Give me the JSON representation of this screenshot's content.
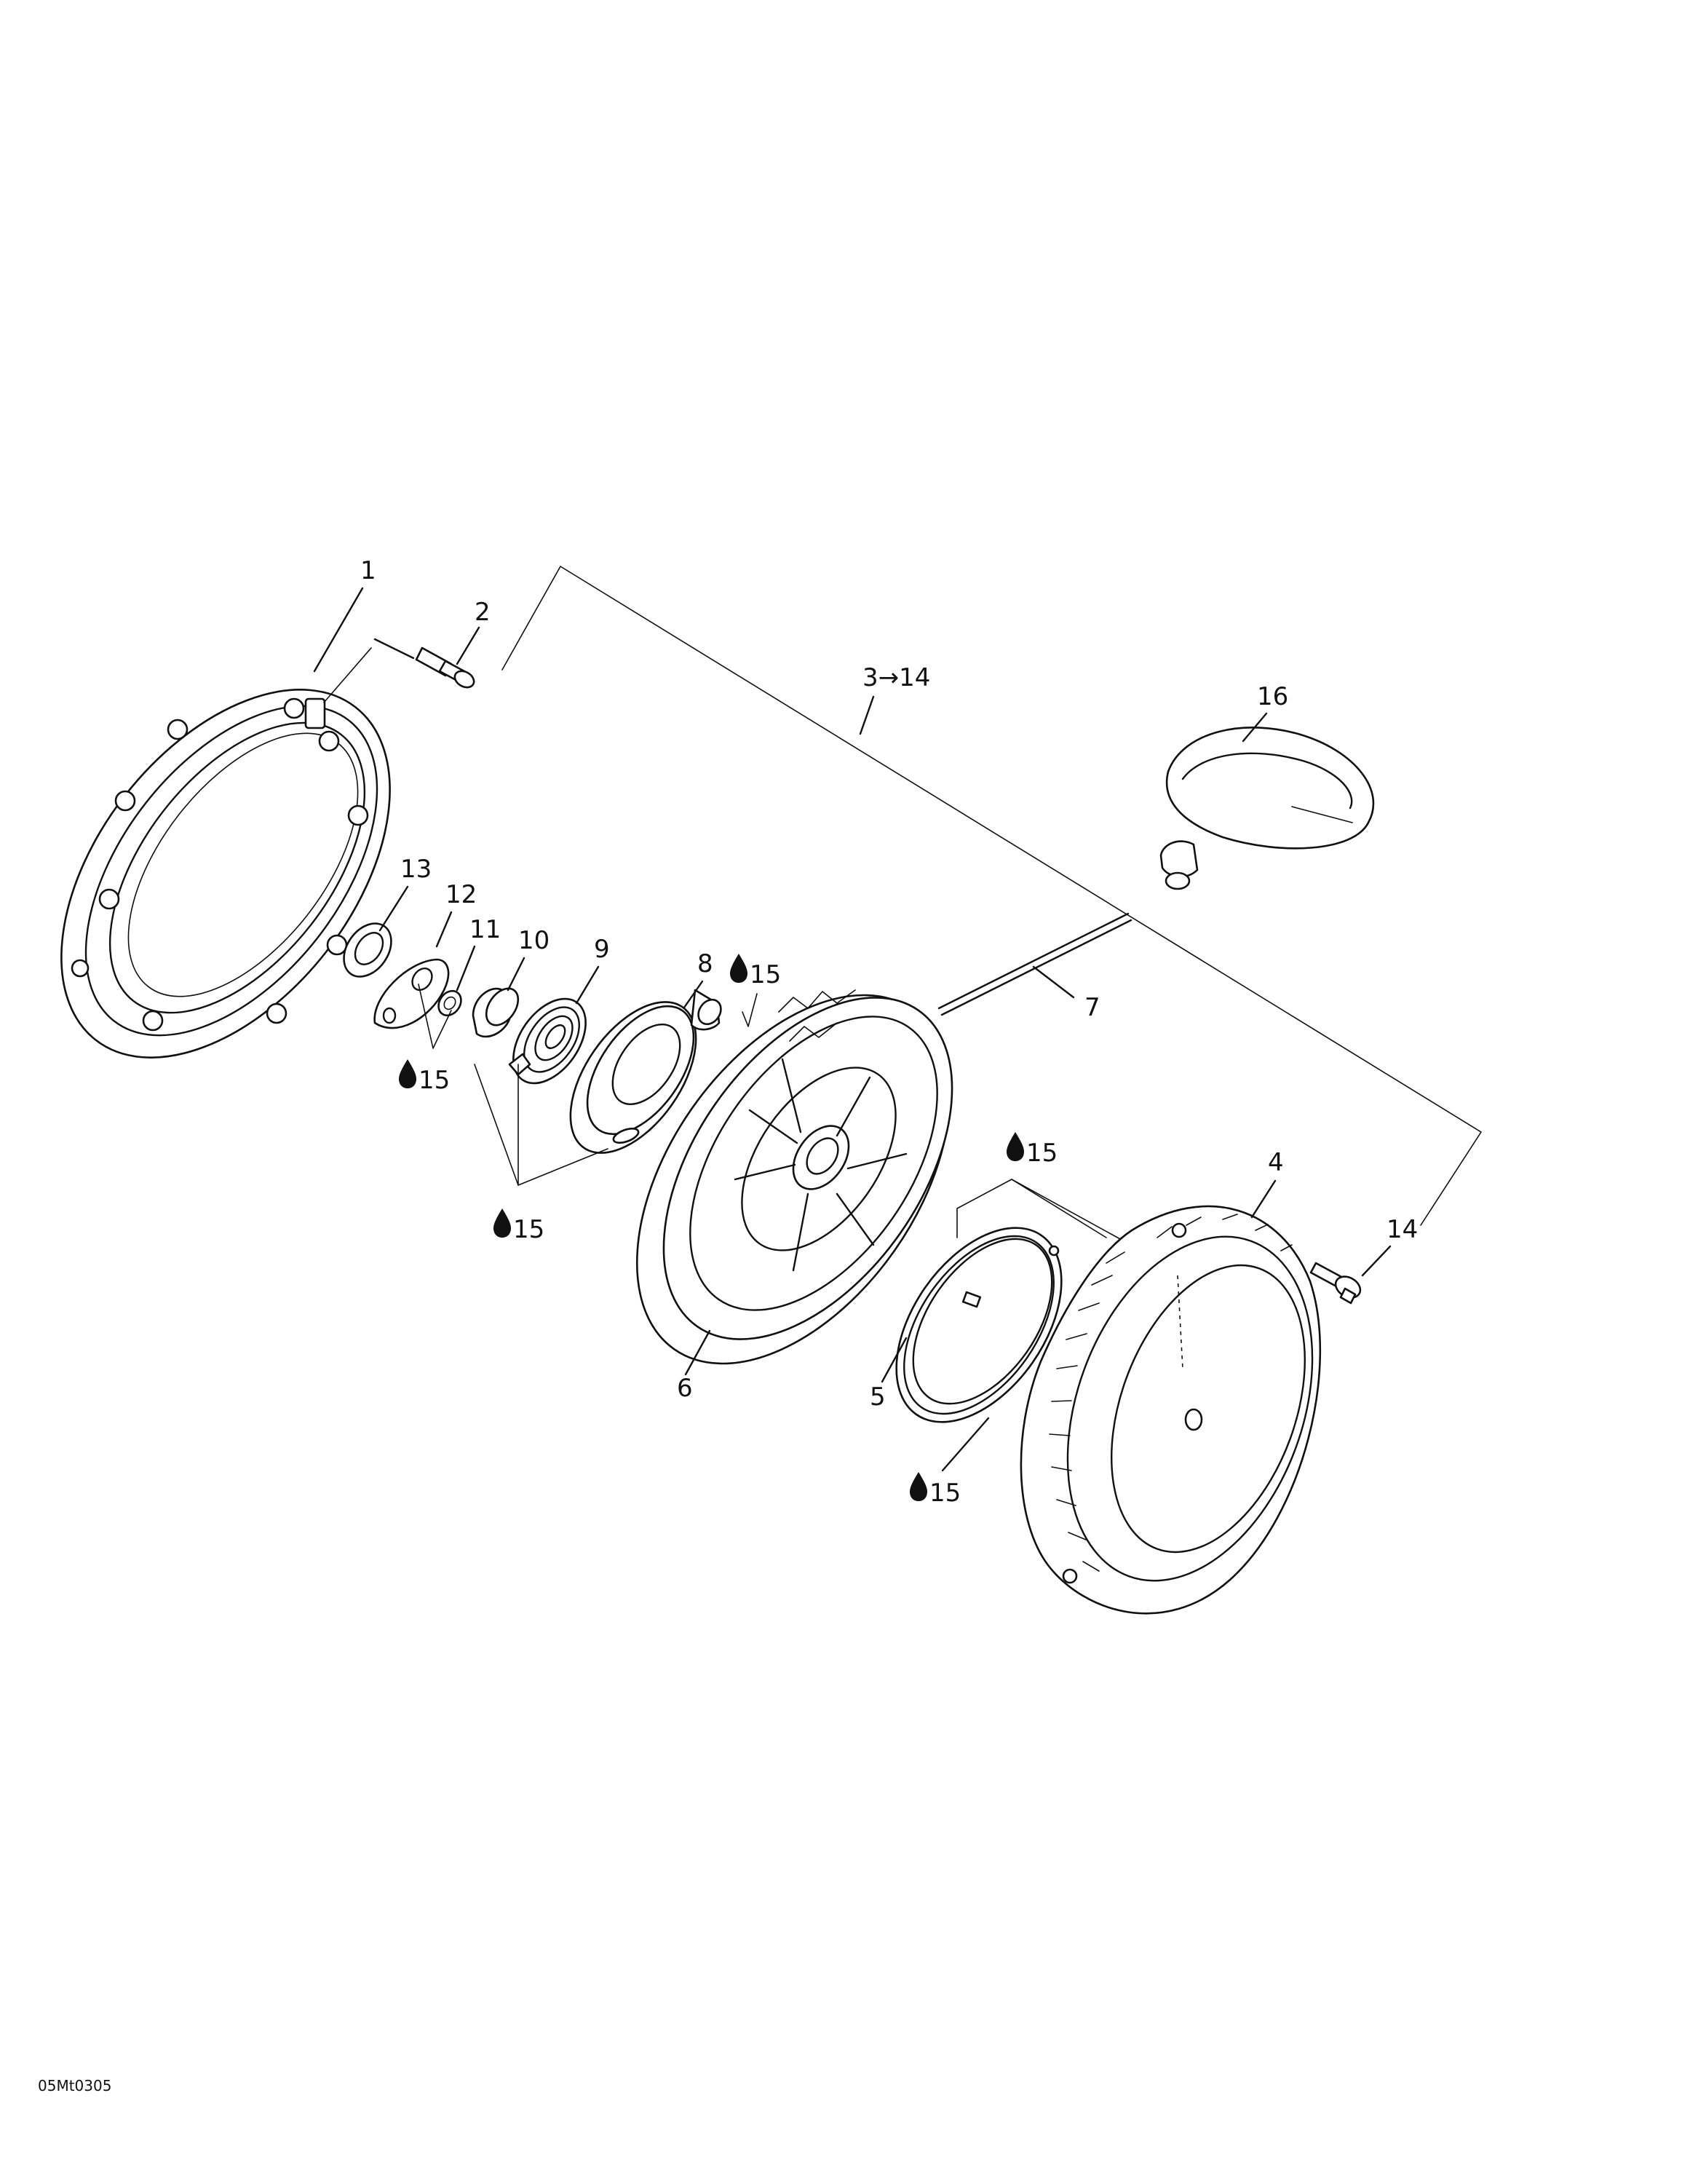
{
  "callouts": {
    "p1": "1",
    "p2": "2",
    "range": "3→14",
    "p4": "4",
    "p5": "5",
    "p6": "6",
    "p7": "7",
    "p8": "8",
    "p9": "9",
    "p10": "10",
    "p11": "11",
    "p12": "12",
    "p13": "13",
    "p14": "14",
    "p16": "16",
    "lube": "15"
  },
  "drawing_code": "05Mt0305"
}
